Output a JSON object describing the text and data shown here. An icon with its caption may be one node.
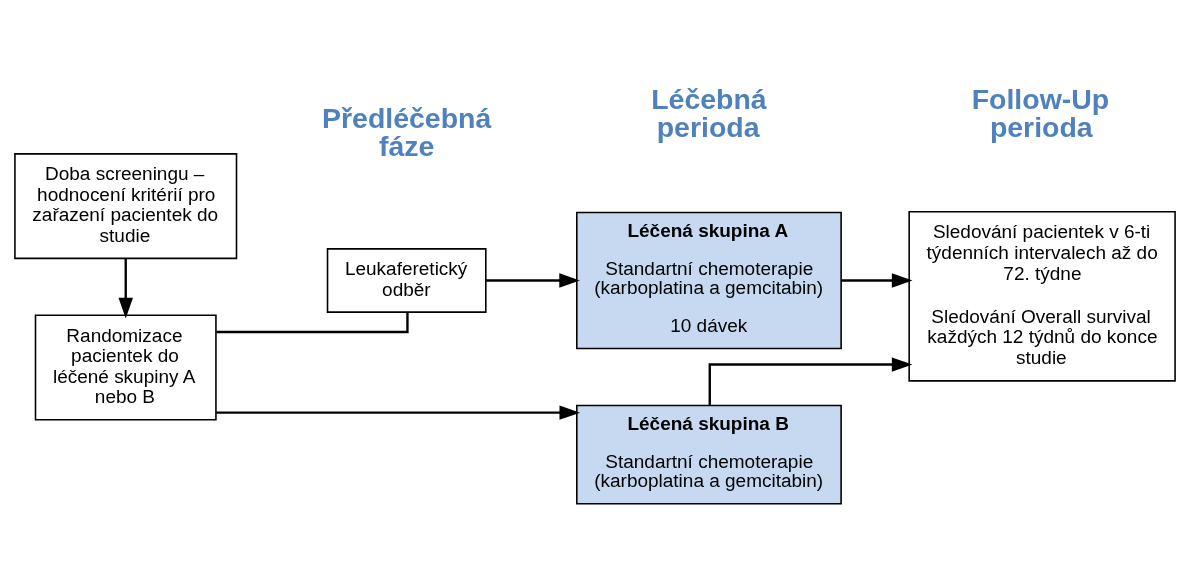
{
  "diagram": {
    "nodes": [
      {
        "text": [
          "Doba screeningu – hodnocení kritérií pro zařazení pacientek do studie"
        ]
      },
      {
        "text": [
          "Randomizace pacientek do léčené skupiny A nebo B"
        ]
      },
      {
        "text": [
          "Leukaferetický odběr"
        ]
      },
      {
        "text": [
          "Léčená skupina A",
          "Standartní chemoterapie (karboplatina a gemcitabin)",
          "10 dávek"
        ]
      },
      {
        "text": [
          "Léčená skupina B",
          "Standartní chemoterapie (karboplatina a gemcitabin)"
        ]
      },
      {
        "text": [
          "Sledování pacientek v 6-ti týdenních intervalech až do 72. týdne",
          "Sledování Overall survival každých 12 týdnů do konce studie"
        ]
      }
    ],
    "edges": [
      {
        "from": 0,
        "to": 1,
        "arrow": "to"
      },
      {
        "from": 1,
        "to": 2,
        "arrow": "none"
      },
      {
        "from": 2,
        "to": 3,
        "arrow": "to"
      },
      {
        "from": 1,
        "to": 4,
        "arrow": "to"
      },
      {
        "from": 3,
        "to": 5,
        "arrow": "to"
      },
      {
        "from": 4,
        "to": 5,
        "arrow": "to"
      }
    ],
    "labels": [
      "Předléčebná fáze",
      "Léčebná perioda",
      "Follow-Up perioda"
    ]
  }
}
